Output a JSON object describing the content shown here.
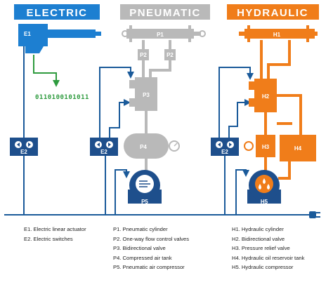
{
  "headers": {
    "electric": "ELECTRIC",
    "pneumatic": "PNEUMATIC",
    "hydraulic": "HYDRAULIC"
  },
  "labels": {
    "e1": "E1",
    "e2": "E2",
    "p1": "P1",
    "p2a": "P2",
    "p2b": "P2",
    "p3": "P3",
    "p4": "P4",
    "p5": "P5",
    "h1": "H1",
    "h2": "H2",
    "h3": "H3",
    "h4": "H4",
    "h5": "H5"
  },
  "binary_text": "0110100101011",
  "colors": {
    "electric": "#1d7fd1",
    "pneumatic": "#b9b9b9",
    "hydraulic": "#f07d1a",
    "wiring": "#1a5a9a",
    "signal": "#2e9b3e",
    "pump_body": "#1e4f8c"
  },
  "legend": {
    "electric": [
      "E1. Electric linear actuator",
      "E2. Electric switches"
    ],
    "pneumatic": [
      "P1. Pneumatic cylinder",
      "P2. One-way flow control valves",
      "P3. Bidirectional valve",
      "P4. Compressed air tank",
      "P5. Pneumatic air compressor"
    ],
    "hydraulic": [
      "H1. Hydraulic cylinder",
      "H2. Bidirectional valve",
      "H3. Pressure relief valve",
      "H4. Hydraulic oil reservoir tank",
      "H5. Hydraulic compressor"
    ]
  }
}
